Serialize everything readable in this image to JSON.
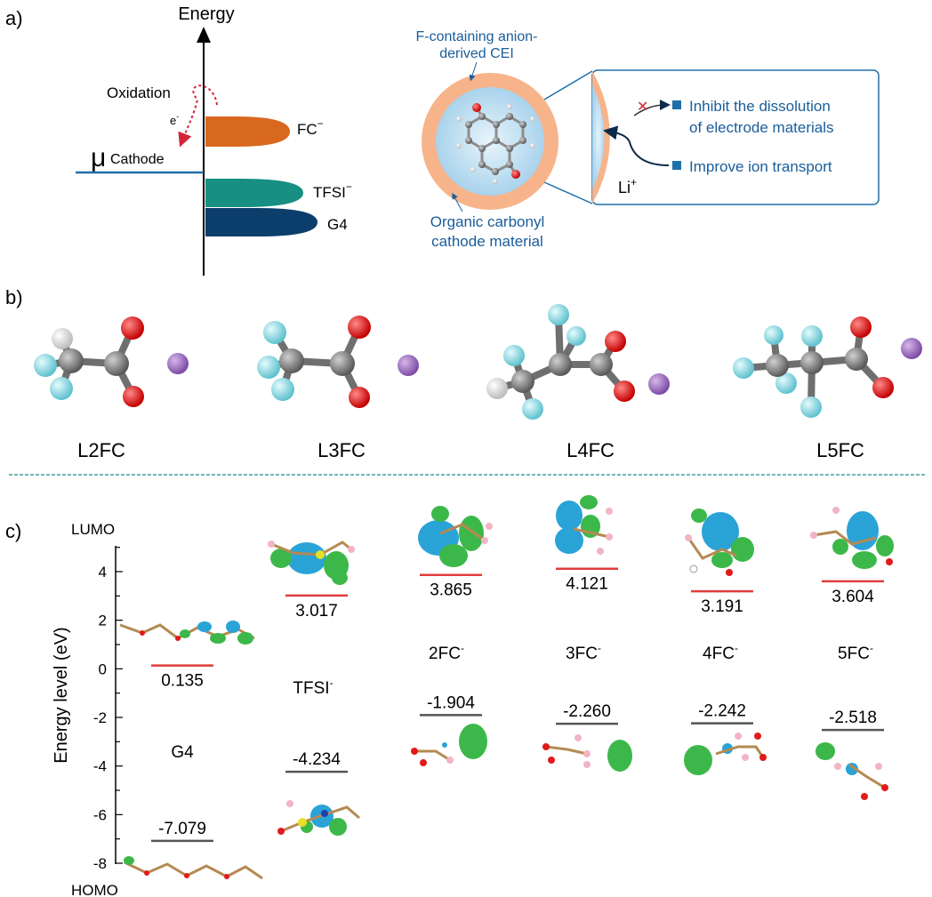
{
  "panel_a": {
    "label": "a)",
    "axis_label": "Energy",
    "oxidation": "Oxidation",
    "electron": "e",
    "electron_sup": "-",
    "mu": "μ",
    "mu_sub": "Cathode",
    "bands": [
      {
        "name": "FC",
        "sup": "−",
        "color": "#d9681f"
      },
      {
        "name": "TFSI",
        "sup": "−",
        "color": "#178f83"
      },
      {
        "name": "G4",
        "sup": "",
        "color": "#0c3e6b"
      }
    ],
    "cei_label_1": "F-containing anion-",
    "cei_label_2": "derived CEI",
    "particle_label_1": "Organic carbonyl",
    "particle_label_2": "cathode material",
    "bullet_1a": "Inhibit the dissolution",
    "bullet_1b": "of electrode materials",
    "bullet_2": "Improve ion transport",
    "li": "Li",
    "li_sup": "+",
    "cross": "✕",
    "colors": {
      "cei": "#f7b38a",
      "core": "#bfe0f2",
      "text_blue": "#1a5d9b",
      "arrow_red": "#d4243a"
    }
  },
  "panel_b": {
    "label": "b)",
    "molecules": [
      "L2FC",
      "L3FC",
      "L4FC",
      "L5FC"
    ],
    "atom_colors": {
      "carbon": "#6f6f6f",
      "oxygen": "#e31a1a",
      "fluorine": "#8fd8e0",
      "hydrogen": "#f2f2f2",
      "lithium": "#9b6ac2"
    }
  },
  "panel_c": {
    "label": "c)",
    "lumo": "LUMO",
    "homo": "HOMO",
    "ylabel": "Energy level (eV)",
    "yticks": [
      "4",
      "2",
      "0",
      "-2",
      "-4",
      "-6",
      "-8"
    ],
    "species": [
      {
        "name": "G4",
        "sup": "",
        "lumo": "0.135",
        "homo": "-7.079"
      },
      {
        "name": "TFSI",
        "sup": "-",
        "lumo": "3.017",
        "homo": "-4.234"
      },
      {
        "name": "2FC",
        "sup": "-",
        "lumo": "3.865",
        "homo": "-1.904"
      },
      {
        "name": "3FC",
        "sup": "-",
        "lumo": "4.121",
        "homo": "-2.260"
      },
      {
        "name": "4FC",
        "sup": "-",
        "lumo": "3.191",
        "homo": "-2.242"
      },
      {
        "name": "5FC",
        "sup": "-",
        "lumo": "3.604",
        "homo": "-2.518"
      }
    ],
    "colors": {
      "lumo_line": "#e03c3c",
      "homo_line": "#555555",
      "orbital_pos": "#2aa3d6",
      "orbital_neg": "#3cb84a"
    }
  }
}
